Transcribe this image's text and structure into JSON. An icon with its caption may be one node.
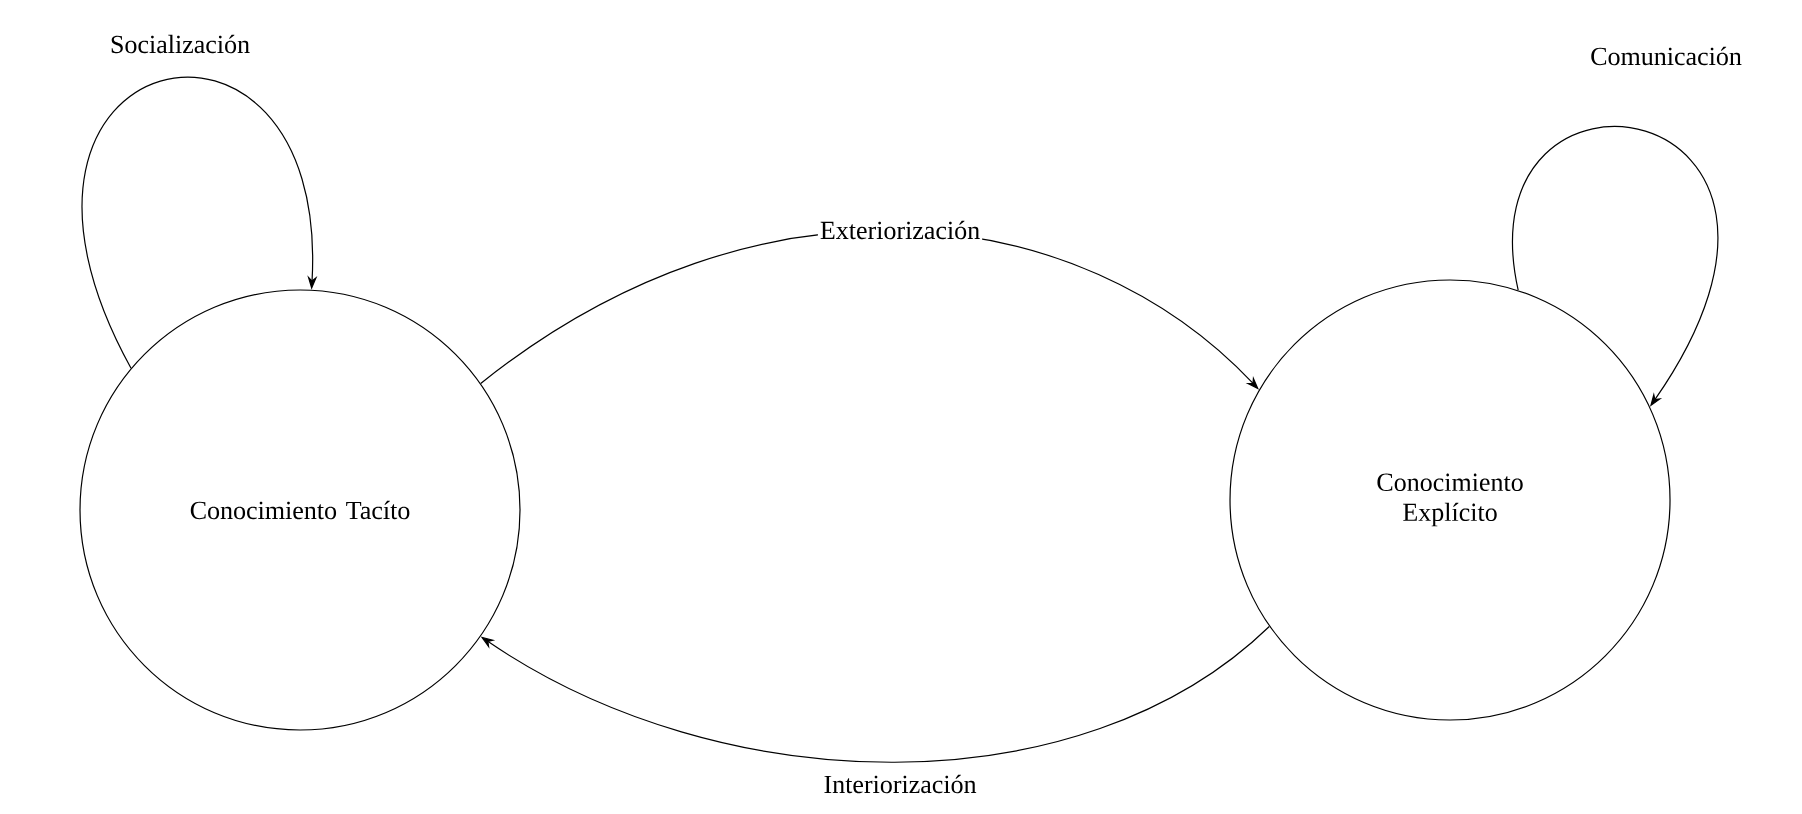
{
  "diagram": {
    "nodes": [
      {
        "text": [
          "Conocimiento Tacíto"
        ]
      },
      {
        "text": [
          "Conocimiento Explícito"
        ]
      }
    ],
    "edges": [
      {
        "from": 0,
        "to": 0,
        "arrow": "to",
        "label": "Socialización"
      },
      {
        "from": 0,
        "to": 1,
        "arrow": "to",
        "label": "Exteriorización"
      },
      {
        "from": 1,
        "to": 1,
        "arrow": "to",
        "label": "Comunicación"
      },
      {
        "from": 1,
        "to": 0,
        "arrow": "to",
        "label": "Interiorización"
      }
    ]
  }
}
